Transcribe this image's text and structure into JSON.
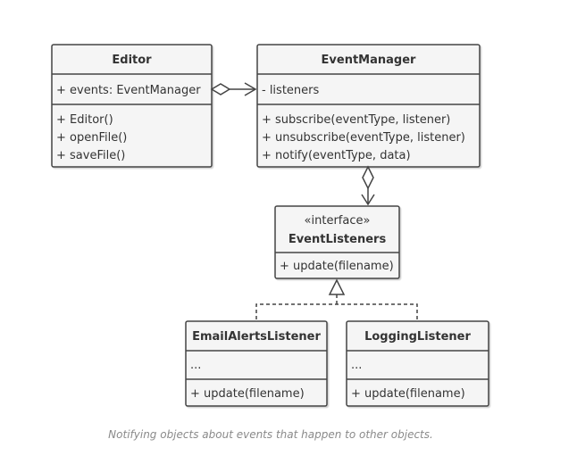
{
  "classes": {
    "editor": {
      "name": "Editor",
      "fields": [
        "+ events: EventManager"
      ],
      "methods": [
        "+ Editor()",
        "+ openFile()",
        "+ saveFile()"
      ]
    },
    "event_manager": {
      "name": "EventManager",
      "fields": [
        "- listeners"
      ],
      "methods": [
        "+ subscribe(eventType, listener)",
        "+ unsubscribe(eventType, listener)",
        "+ notify(eventType, data)"
      ]
    },
    "event_listeners": {
      "stereotype": "«interface»",
      "name": "EventListeners",
      "methods": [
        "+ update(filename)"
      ]
    },
    "email_alerts_listener": {
      "name": "EmailAlertsListener",
      "fields": [
        "..."
      ],
      "methods": [
        "+ update(filename)"
      ]
    },
    "logging_listener": {
      "name": "LoggingListener",
      "fields": [
        "..."
      ],
      "methods": [
        "+ update(filename)"
      ]
    }
  },
  "colors": {
    "box_fill": "#f5f5f5",
    "stroke": "#444444",
    "text": "#333333",
    "caption": "#8a8a8a"
  },
  "caption": "Notifying objects about events that happen to other objects."
}
